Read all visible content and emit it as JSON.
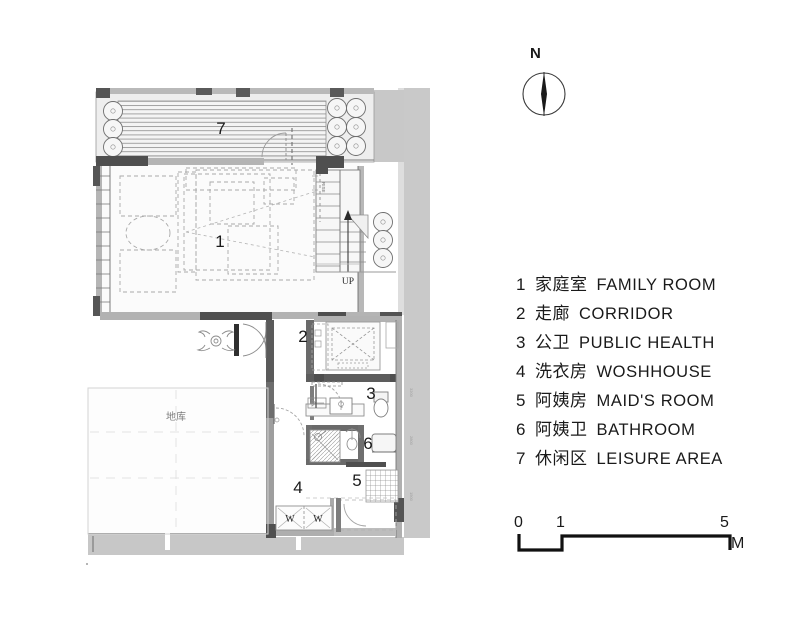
{
  "drawing": {
    "title_hidden": "",
    "basement_label": "地库",
    "stair_label": "UP",
    "washer_labels": [
      "W",
      "W"
    ],
    "room_markers": [
      {
        "id": "7",
        "label": "7"
      },
      {
        "id": "1",
        "label": "1"
      },
      {
        "id": "2",
        "label": "2"
      },
      {
        "id": "3",
        "label": "3"
      },
      {
        "id": "4",
        "label": "4"
      },
      {
        "id": "5",
        "label": "5"
      },
      {
        "id": "6",
        "label": "6"
      }
    ]
  },
  "north": {
    "label": "N"
  },
  "legend": {
    "items": [
      {
        "num": "1",
        "cn": "家庭室",
        "en": "FAMILY  ROOM"
      },
      {
        "num": "2",
        "cn": "走廊",
        "en": "CORRIDOR"
      },
      {
        "num": "3",
        "cn": "公卫",
        "en": "PUBLIC HEALTH"
      },
      {
        "num": "4",
        "cn": "洗衣房",
        "en": "WOSHHOUSE"
      },
      {
        "num": "5",
        "cn": "阿姨房",
        "en": "MAID'S ROOM"
      },
      {
        "num": "6",
        "cn": "阿姨卫",
        "en": "BATHROOM"
      },
      {
        "num": "7",
        "cn": "休闲区",
        "en": "LEISURE  AREA"
      }
    ]
  },
  "scale": {
    "ticks": [
      "0",
      "1",
      "5"
    ],
    "unit": "M"
  },
  "colors": {
    "ink": "#1a1a1a",
    "wall_dark": "#555555",
    "wall_mid": "#8a8a8a",
    "context_grey": "#c9c9c9",
    "fill_light": "#f1f1f1",
    "paper": "#ffffff"
  }
}
